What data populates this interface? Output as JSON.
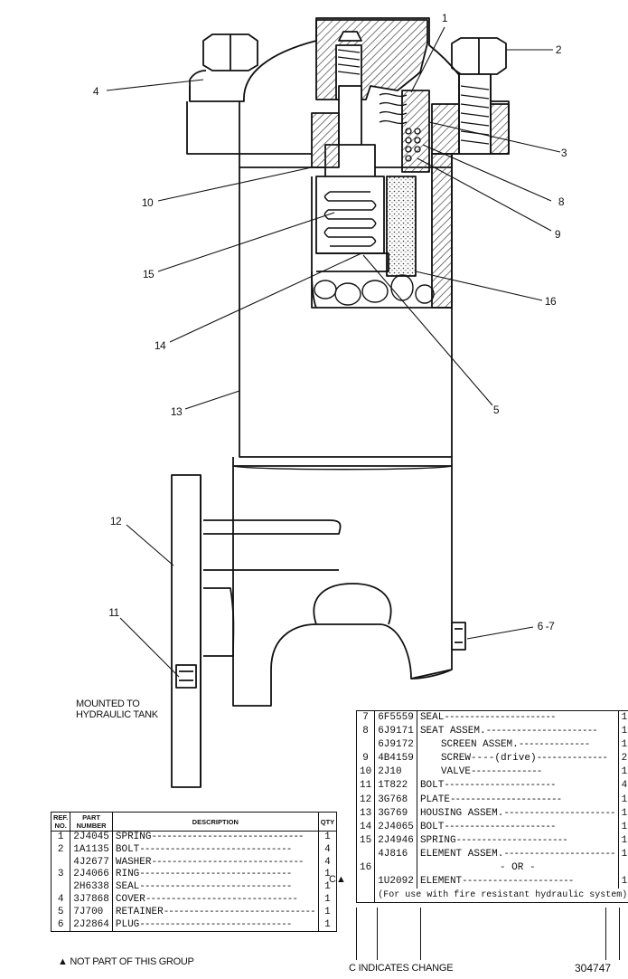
{
  "callouts": [
    {
      "id": "1",
      "text": "1"
    },
    {
      "id": "2",
      "text": "2"
    },
    {
      "id": "3",
      "text": "3"
    },
    {
      "id": "4",
      "text": "4"
    },
    {
      "id": "5",
      "text": "5"
    },
    {
      "id": "6-7",
      "text": "6 -7"
    },
    {
      "id": "8",
      "text": "8"
    },
    {
      "id": "9",
      "text": "9"
    },
    {
      "id": "10",
      "text": "10"
    },
    {
      "id": "11",
      "text": "11"
    },
    {
      "id": "12",
      "text": "12"
    },
    {
      "id": "13",
      "text": "13"
    },
    {
      "id": "14",
      "text": "14"
    },
    {
      "id": "15",
      "text": "15"
    },
    {
      "id": "16",
      "text": "16"
    }
  ],
  "mounted_note": [
    "MOUNTED TO",
    "HYDRAULIC TANK"
  ],
  "left_table": {
    "headers": {
      "ref": "REF. NO.",
      "part": "PART NUMBER",
      "desc": "DESCRIPTION",
      "qty": "QTY"
    },
    "rows": [
      {
        "ref": "1",
        "part": "2J4045",
        "desc": "SPRING",
        "qty": "1"
      },
      {
        "ref": "2",
        "part": "1A1135",
        "desc": "BOLT",
        "qty": "4"
      },
      {
        "ref": "",
        "part": "4J2677",
        "desc": "WASHER",
        "qty": "4"
      },
      {
        "ref": "3",
        "part": "2J4066",
        "desc": "RING",
        "qty": "1"
      },
      {
        "ref": "",
        "part": "2H6338",
        "desc": "SEAL",
        "qty": "1"
      },
      {
        "ref": "4",
        "part": "3J7868",
        "desc": "COVER",
        "qty": "1"
      },
      {
        "ref": "5",
        "part": "7J700",
        "desc": "RETAINER",
        "qty": "1"
      },
      {
        "ref": "6",
        "part": "2J2864",
        "desc": "PLUG",
        "qty": "1"
      }
    ],
    "footnote": "▲ NOT PART OF THIS GROUP"
  },
  "right_table": {
    "rows": [
      {
        "ref": "7",
        "part": "6F5559",
        "desc": "SEAL",
        "qty": "1",
        "indent": false
      },
      {
        "ref": "8",
        "part": "6J9171",
        "desc": "SEAT ASSEM.",
        "qty": "1",
        "indent": false
      },
      {
        "ref": "",
        "part": "6J9172",
        "desc": "SCREEN ASSEM.",
        "qty": "1",
        "indent": true
      },
      {
        "ref": "9",
        "part": "4B4159",
        "desc": "SCREW----(drive)",
        "qty": "2",
        "indent": true
      },
      {
        "ref": "10",
        "part": "2J10",
        "desc": "VALVE",
        "qty": "1",
        "indent": true
      },
      {
        "ref": "11",
        "part": "1T822",
        "desc": "BOLT",
        "qty": "4",
        "indent": false
      },
      {
        "ref": "12",
        "part": "3G768",
        "desc": "PLATE",
        "qty": "1",
        "indent": false
      },
      {
        "ref": "13",
        "part": "3G769",
        "desc": "HOUSING ASSEM.",
        "qty": "1",
        "indent": false
      },
      {
        "ref": "14",
        "part": "2J4065",
        "desc": "BOLT",
        "qty": "1",
        "indent": false
      },
      {
        "ref": "15",
        "part": "2J4946",
        "desc": "SPRING",
        "qty": "1",
        "indent": false
      },
      {
        "ref": "",
        "part": "4J816",
        "desc": "ELEMENT ASSEM.",
        "qty": "1",
        "indent": false
      },
      {
        "ref": "16",
        "part": "",
        "desc": "- OR -",
        "qty": "",
        "indent": false,
        "center": true
      },
      {
        "ref": "",
        "part": "1U2092",
        "desc": "ELEMENT",
        "qty": "1",
        "indent": false
      }
    ],
    "note": "(For use with fire resistant hydraulic system)",
    "change_mark": "C▲",
    "footnote": "C INDICATES CHANGE"
  },
  "drawing_number": "304747",
  "colors": {
    "ink": "#111111",
    "paper": "#ffffff",
    "hatch": "#444444"
  }
}
